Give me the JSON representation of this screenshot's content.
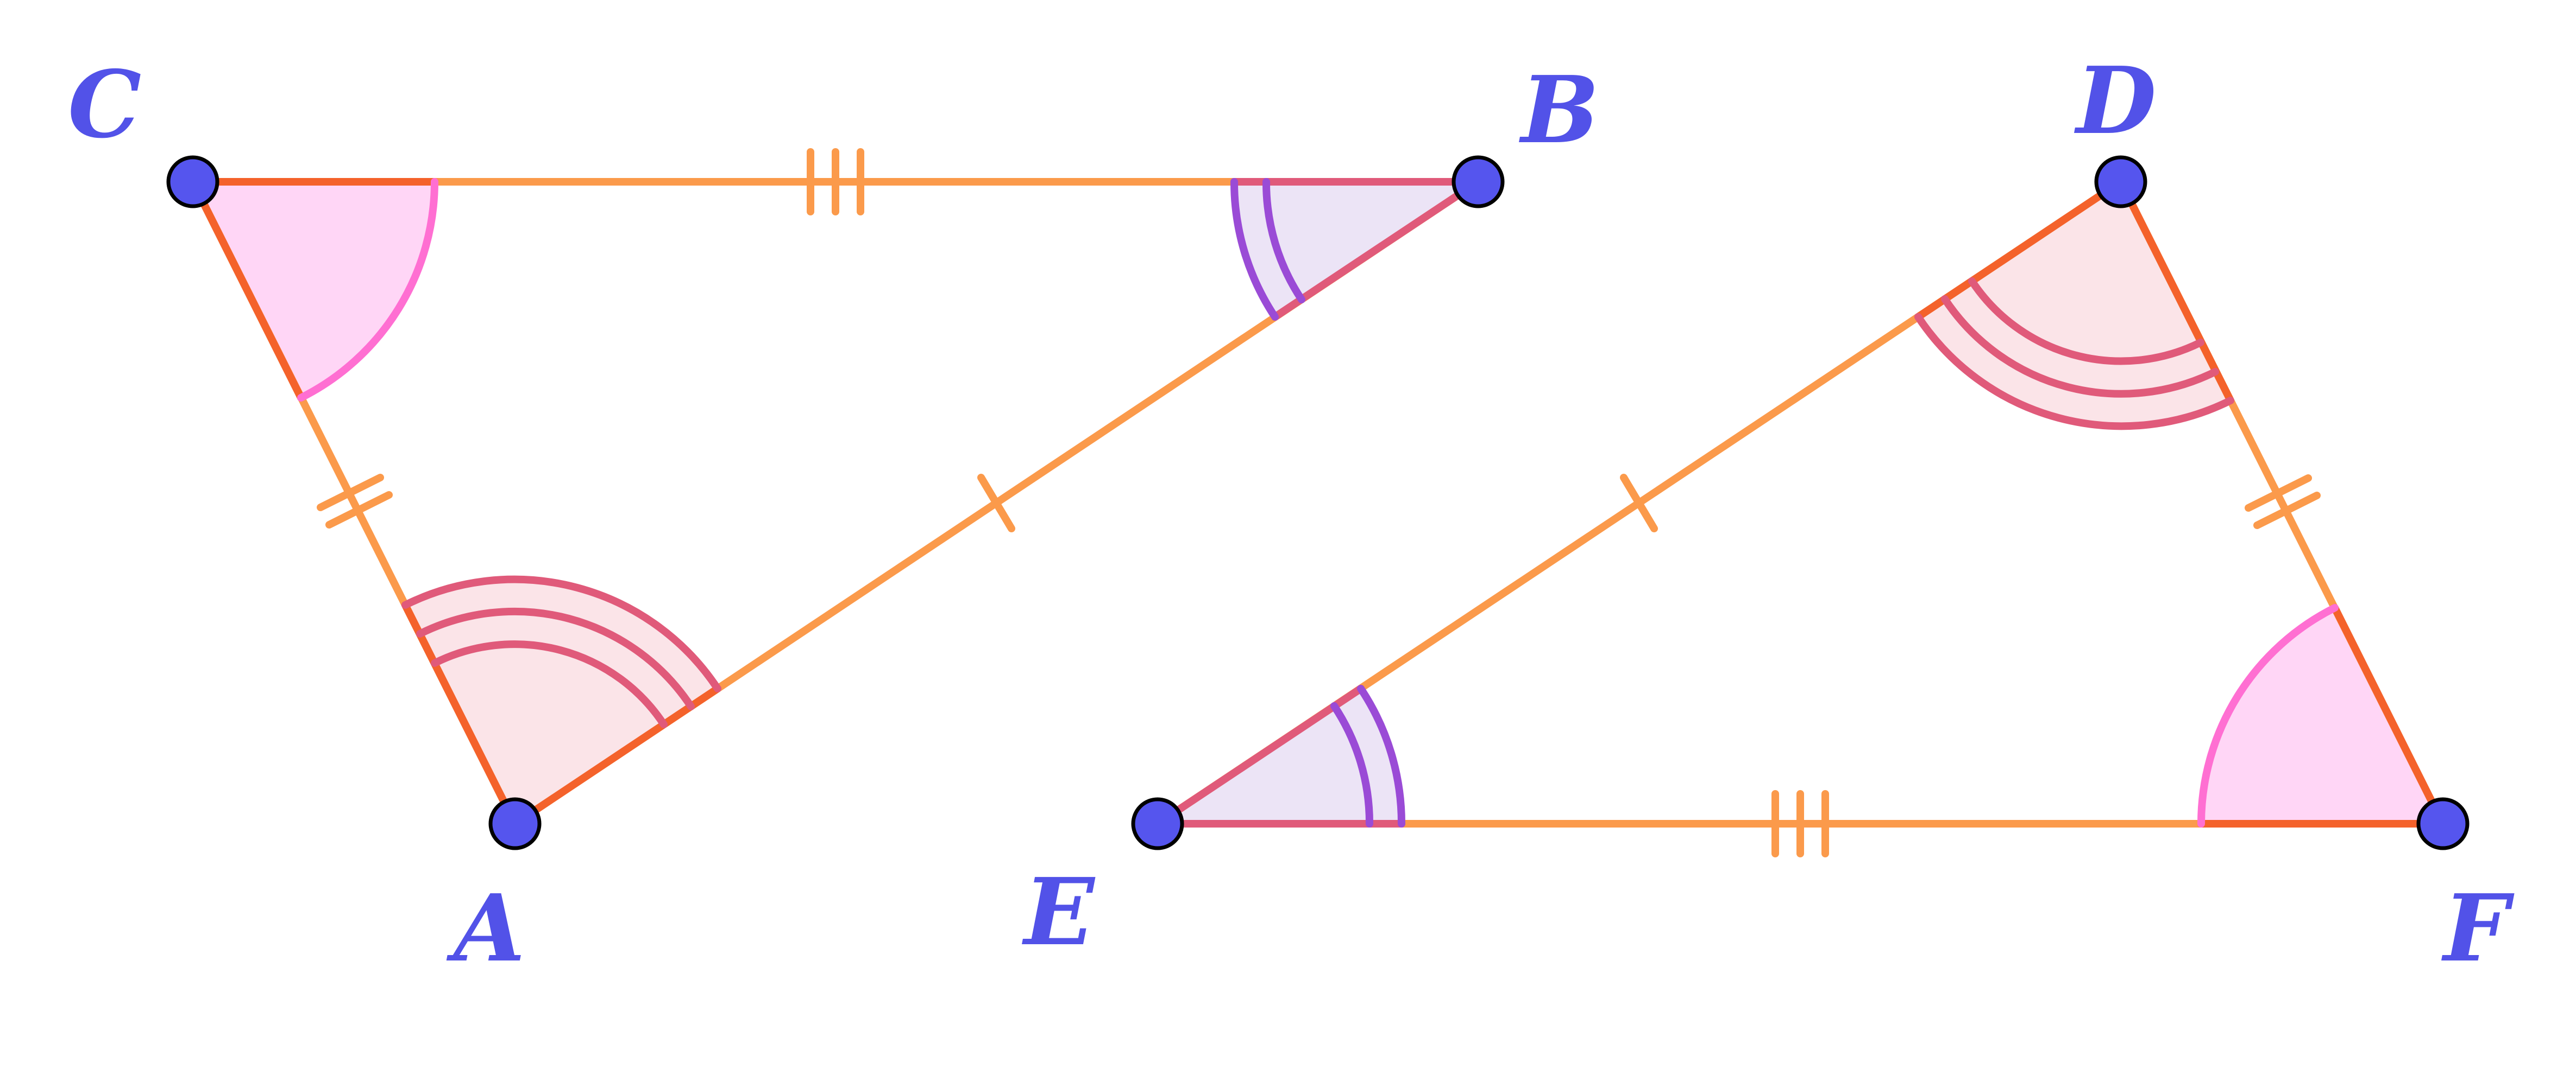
{
  "figure": {
    "description_free": true,
    "triangles": [
      {
        "name": "ABC",
        "vertices": [
          {
            "id": "A",
            "label": "A"
          },
          {
            "id": "B",
            "label": "B"
          },
          {
            "id": "C",
            "label": "C"
          }
        ]
      },
      {
        "name": "DEF",
        "vertices": [
          {
            "id": "D",
            "label": "D"
          },
          {
            "id": "E",
            "label": "E"
          },
          {
            "id": "F",
            "label": "F"
          }
        ]
      }
    ],
    "congruent_sides": [
      {
        "sides": [
          "AB",
          "DE"
        ],
        "ticks": 1
      },
      {
        "sides": [
          "AC",
          "DF"
        ],
        "ticks": 2
      },
      {
        "sides": [
          "BC",
          "EF"
        ],
        "ticks": 3
      }
    ],
    "congruent_angles": [
      {
        "angles": [
          "A",
          "D"
        ],
        "arcs": 3
      },
      {
        "angles": [
          "B",
          "E"
        ],
        "arcs": 2
      },
      {
        "angles": [
          "C",
          "F"
        ],
        "arcs": 1
      }
    ]
  },
  "colors": {
    "side": "#fb9a4b",
    "side_dark": "#f4622b",
    "vertex_fill": "#5555ee",
    "label": "#5252e8",
    "angle_3arc_stroke": "#e05a7a",
    "angle_3arc_fill": "#fbe4e8",
    "angle_2arc_stroke": "#9a4bd6",
    "angle_2arc_fill": "#ece4f6",
    "angle_1arc_stroke": "#ff6fd2",
    "angle_1arc_fill": "#ffd6f6"
  }
}
